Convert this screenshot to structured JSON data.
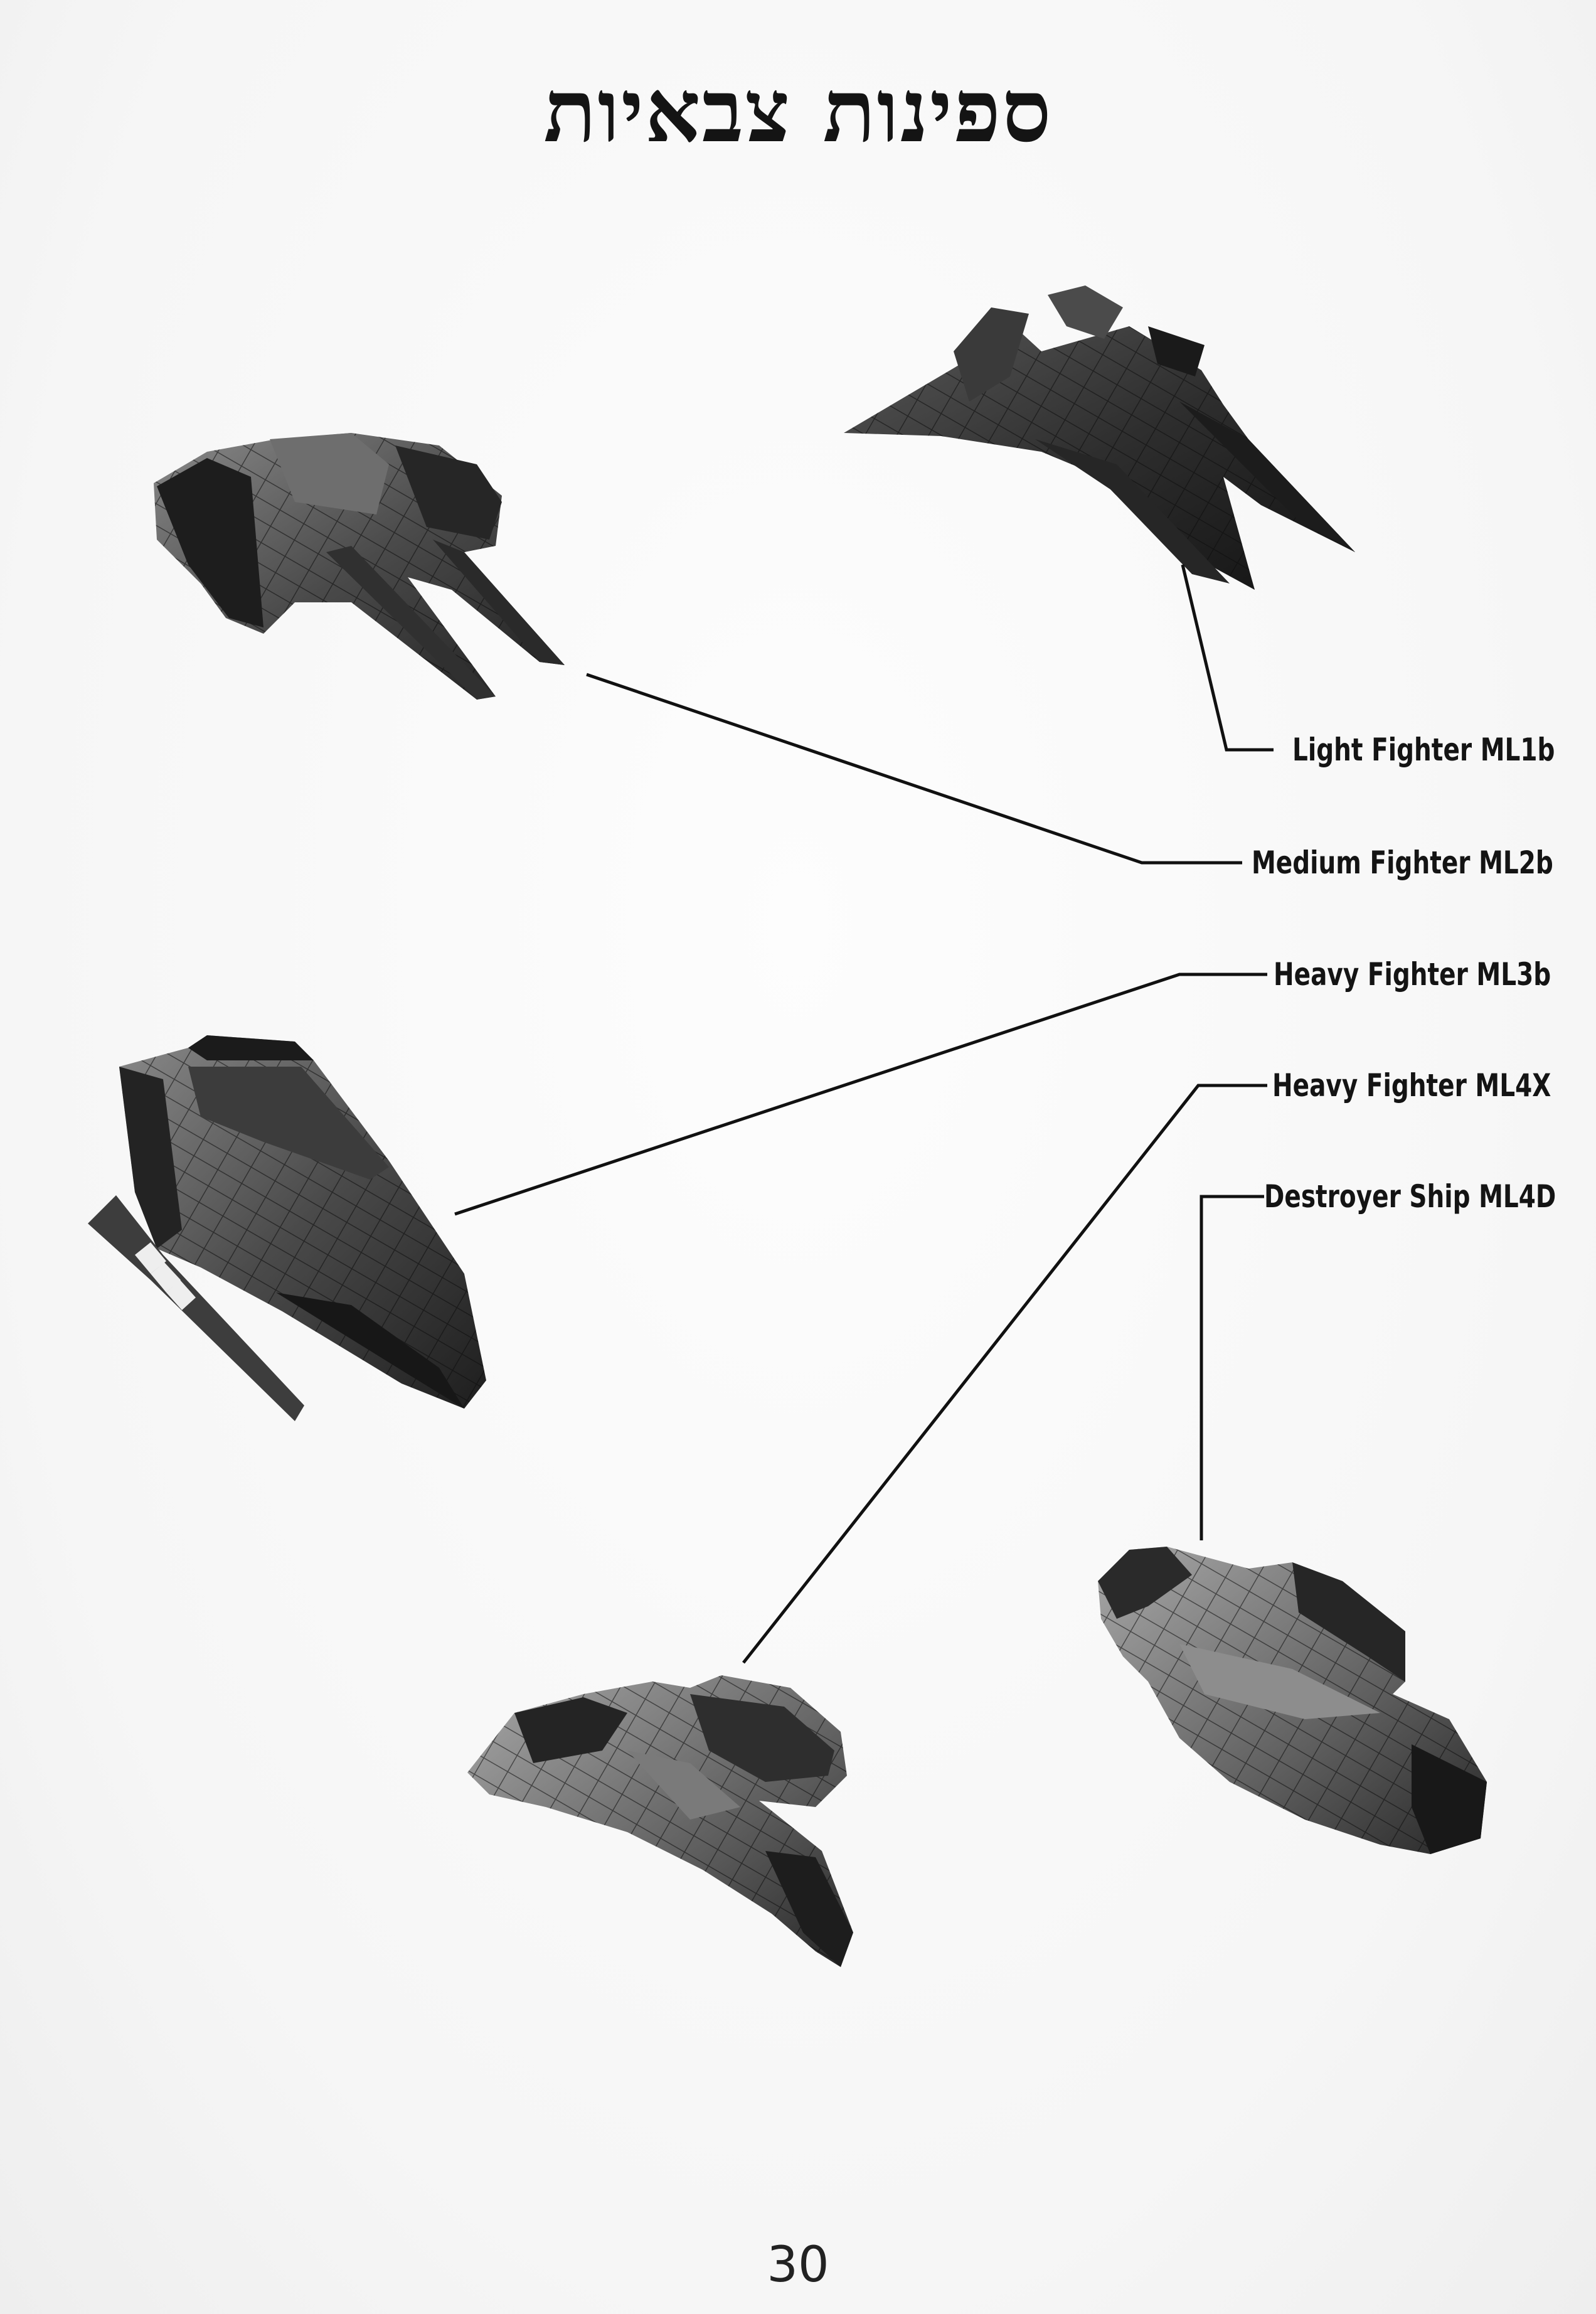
{
  "title": "ספינות צבאיות",
  "ships": [
    {
      "id": "light",
      "label": "Light Fighter ML1b"
    },
    {
      "id": "medium",
      "label": "Medium Fighter ML2b"
    },
    {
      "id": "heavy3",
      "label": "Heavy Fighter ML3b"
    },
    {
      "id": "heavy4",
      "label": "Heavy Fighter ML4X"
    },
    {
      "id": "destroyer",
      "label": "Destroyer Ship ML4D"
    }
  ],
  "page_number": "30"
}
